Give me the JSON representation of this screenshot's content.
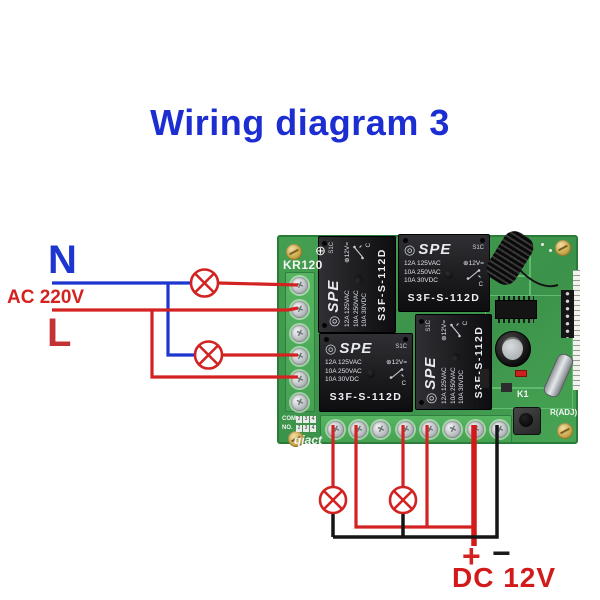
{
  "title": {
    "text": "Wiring diagram 3"
  },
  "ac_input": {
    "neutral_label": "N",
    "voltage_label": "AC 220V",
    "live_label": "L"
  },
  "dc_input": {
    "plus_label": "+",
    "minus_label": "−",
    "label": "DC 12V"
  },
  "board": {
    "model_silkscreen": "KR120",
    "ground_mark": "⊕",
    "brand_silkscreen": "qiact",
    "com_label": "COM",
    "no_label": "NO.",
    "com_boxes": [
      "2",
      "3",
      "4"
    ],
    "no_boxes": [
      "2",
      "3",
      "4"
    ],
    "button_label": "K1",
    "r_adj_label": "R(ADJ)",
    "relay": {
      "logo_glyph": "◎",
      "brand": "SPE",
      "grade": "S1C",
      "rating1": "12A 125VAC",
      "rating2": "10A 250VAC",
      "rating3": "10A 30VDC",
      "coil_mark": "⊕",
      "coil_voltage": "12V",
      "dc_mark": "=",
      "contact_mark": "C",
      "model": "S3F-S-112D"
    }
  },
  "icons": {
    "lamp_symbol": "circle-with-x-load",
    "antenna": "spring-coil-antenna",
    "relay_logo": "concentric-circle-logo"
  },
  "colors": {
    "title_blue": "#1c2ed2",
    "wire_neutral_blue": "#1d36cf",
    "wire_live_red": "#d32222",
    "wire_dc_negative_black": "#151515",
    "pcb_green": "#3b924a",
    "relay_black": "#17171a"
  }
}
